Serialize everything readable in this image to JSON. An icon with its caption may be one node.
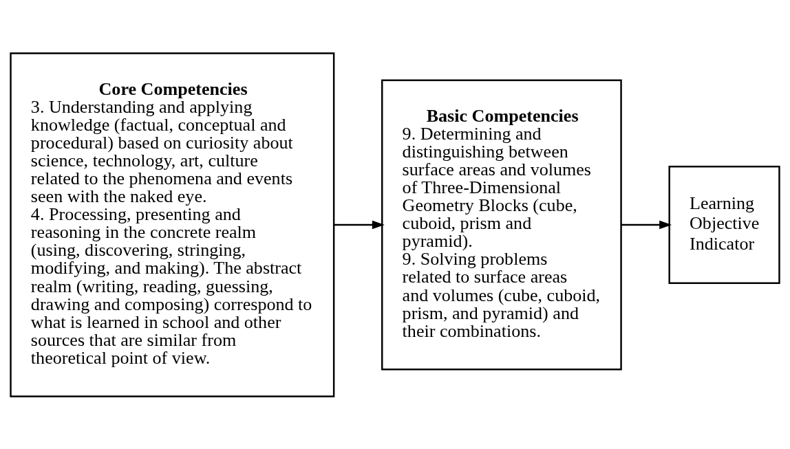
{
  "diagram": {
    "nodes": [
      {
        "text": [
          "Core Competencies",
          "3. Understanding and applying knowledge (factual, conceptual and procedural) based on curiosity about science, technology, art, culture related to the phenomena and events seen with the naked eye.",
          "4. Processing, presenting and reasoning in the concrete realm (using, discovering, stringing, modifying, and making). The abstract realm (writing, reading, guessing, drawing and composing) correspond to what is learned in school and other sources that are similar from theoretical point of view."
        ]
      },
      {
        "text": [
          "Basic Competencies",
          "9. Determining and distinguishing between surface areas and volumes of Three-Dimensional Geometry Blocks (cube, cuboid, prism and pyramid).",
          "9. Solving problems related to surface areas and volumes (cube, cuboid, prism, and pyramid) and their combinations."
        ]
      },
      {
        "text": [
          "Learning Objective Indicator"
        ]
      }
    ],
    "edges": [
      {
        "from": 0,
        "to": 1,
        "arrow": "to"
      },
      {
        "from": 1,
        "to": 2,
        "arrow": "to"
      }
    ]
  }
}
